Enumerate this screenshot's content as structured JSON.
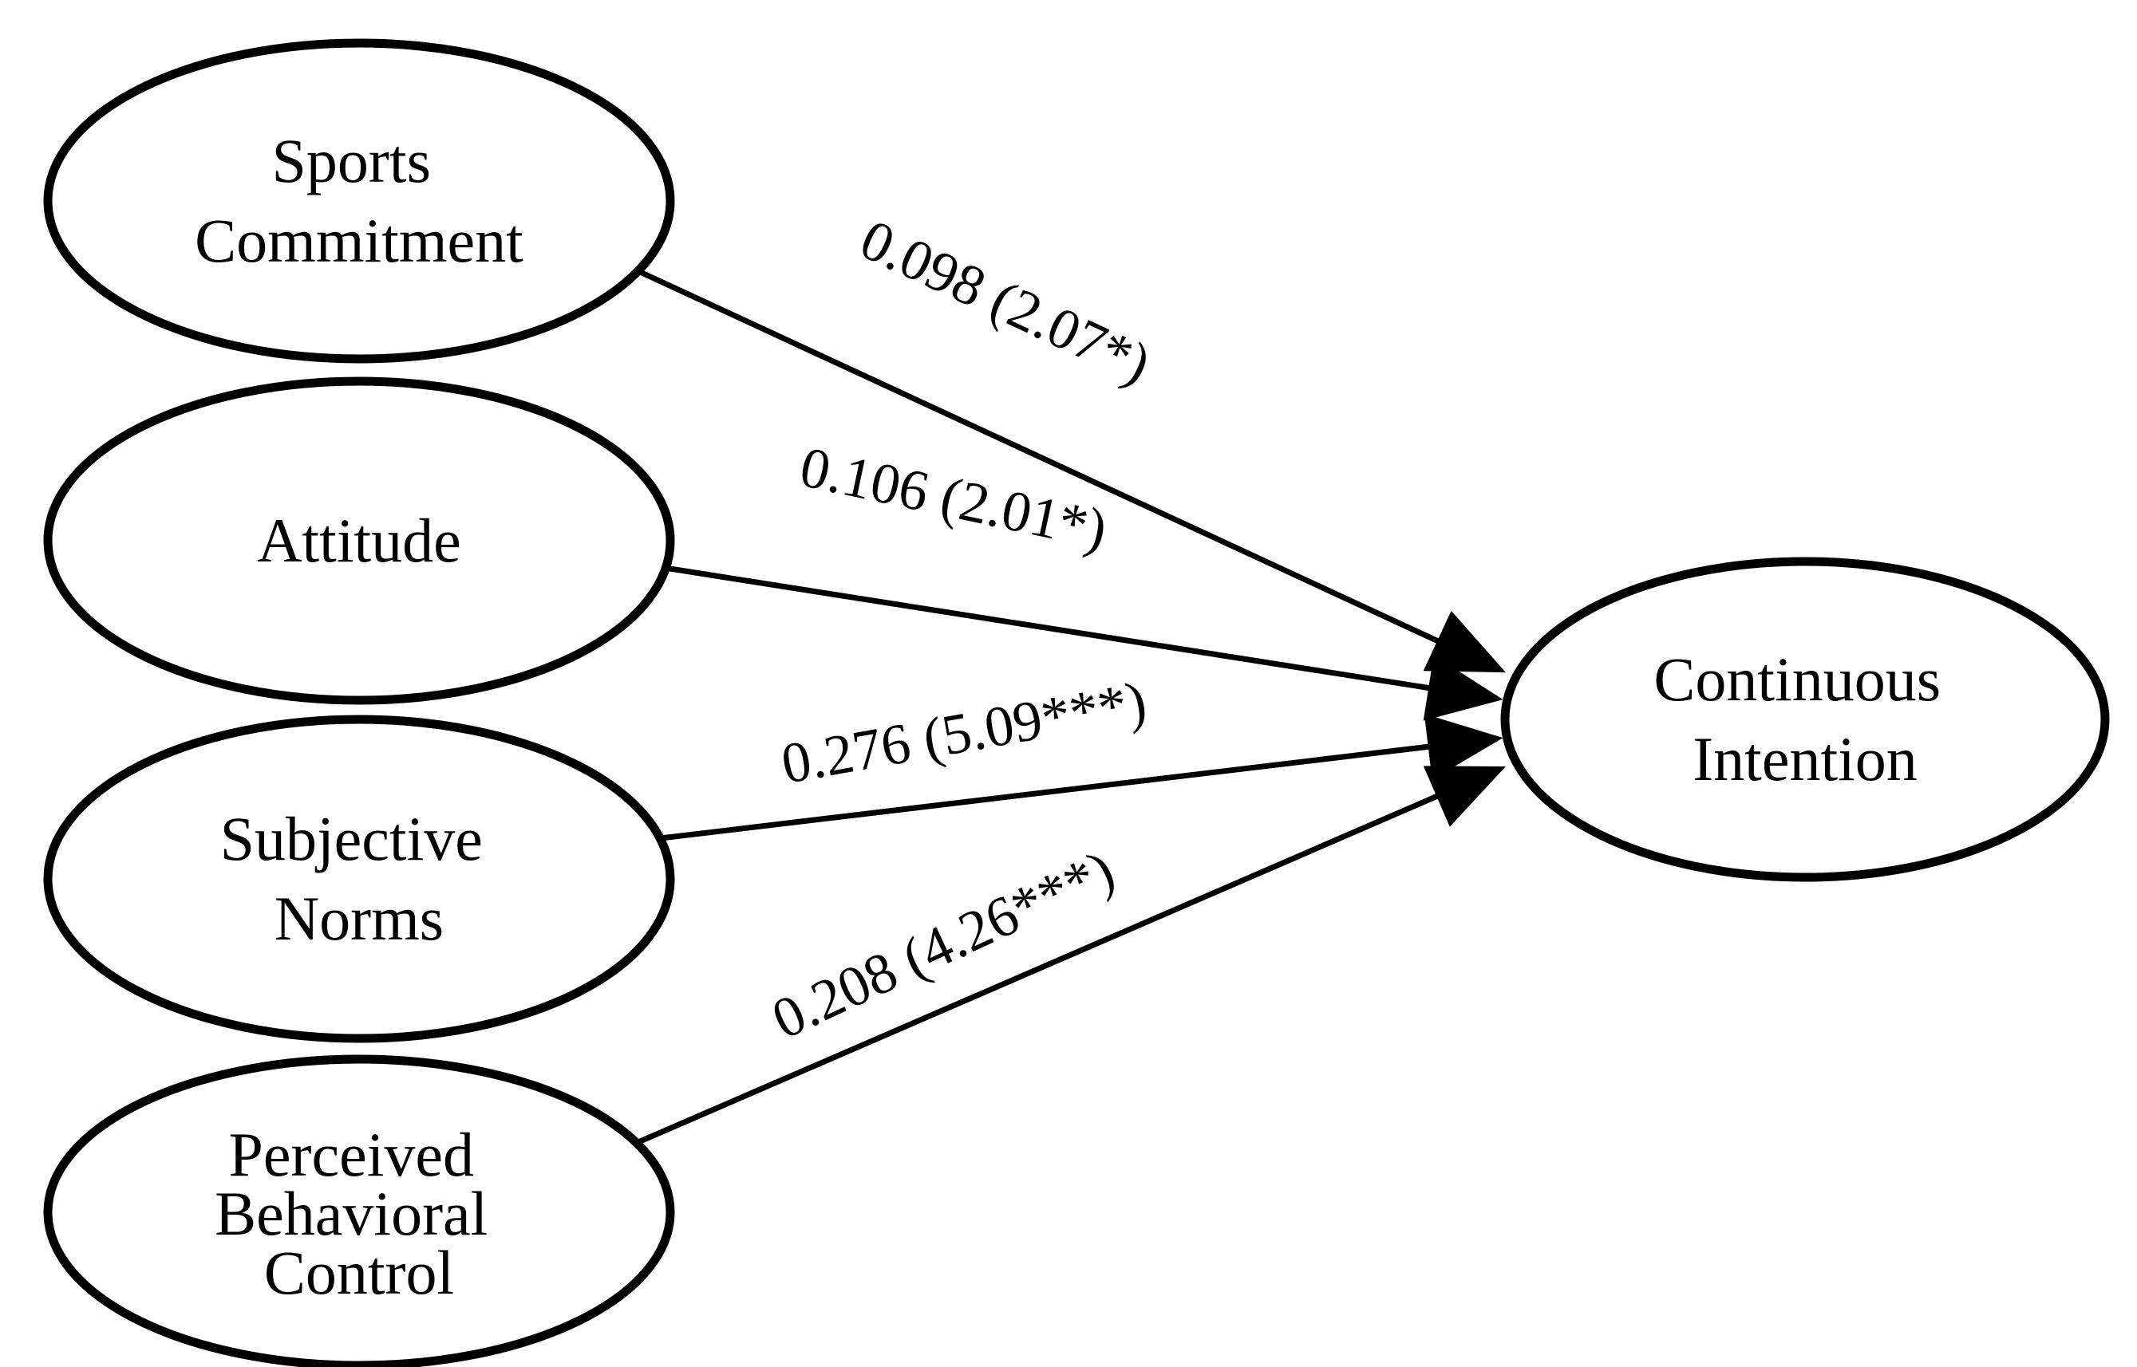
{
  "figure": {
    "type": "path-diagram",
    "background_color": "#ffffff",
    "stroke_color": "#000000",
    "text_color": "#000000",
    "nodes": [
      {
        "id": "sports-commitment",
        "label": "Sports Commitment",
        "lines": [
          "Sports",
          "Commitment"
        ],
        "shape": "ellipse"
      },
      {
        "id": "attitude",
        "label": "Attitude",
        "lines": [
          "Attitude"
        ],
        "shape": "ellipse"
      },
      {
        "id": "subjective-norms",
        "label": "Subjective Norms",
        "lines": [
          "Subjective",
          "Norms"
        ],
        "shape": "ellipse"
      },
      {
        "id": "perceived-behavioral-control",
        "label": "Perceived Behavioral Control",
        "lines": [
          "Perceived",
          "Behavioral",
          "Control"
        ],
        "shape": "ellipse"
      },
      {
        "id": "continuous-intention",
        "label": "Continuous Intention",
        "lines": [
          "Continuous",
          "Intention"
        ],
        "shape": "ellipse"
      }
    ],
    "edges": [
      {
        "from": "Sports Commitment",
        "to": "Continuous Intention",
        "label": "0.098 (2.07*)",
        "coefficient": 0.098,
        "t_value": 2.07,
        "significance": "*"
      },
      {
        "from": "Attitude",
        "to": "Continuous Intention",
        "label": "0.106 (2.01*)",
        "coefficient": 0.106,
        "t_value": 2.01,
        "significance": "*"
      },
      {
        "from": "Subjective Norms",
        "to": "Continuous Intention",
        "label": "0.276 (5.09***)",
        "coefficient": 0.276,
        "t_value": 5.09,
        "significance": "***"
      },
      {
        "from": "Perceived Behavioral Control",
        "to": "Continuous Intention",
        "label": "0.208 (4.26***)",
        "coefficient": 0.208,
        "t_value": 4.26,
        "significance": "***"
      }
    ]
  }
}
